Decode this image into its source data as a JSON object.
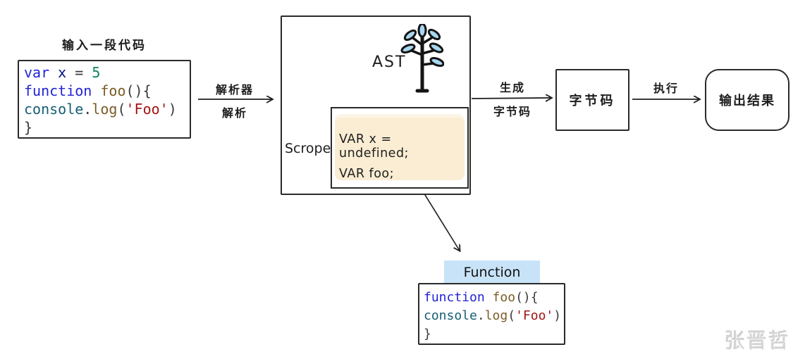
{
  "input_box": {
    "title": "输入一段代码",
    "code": {
      "l1": {
        "kw": "var ",
        "x": "x",
        "eq": " = ",
        "num": "5"
      },
      "l2": {
        "kw": "function ",
        "fn": "foo",
        "pun": "(){"
      },
      "l3": {
        "obj": "console",
        "dot": ".",
        "fn": "log",
        "open": "(",
        "str": "'Foo'",
        "close": ")"
      },
      "l4": {
        "pun": "}"
      }
    }
  },
  "arrow_labels": {
    "parse_top": "解析器",
    "parse_bottom": "解析",
    "generate_top": "生成",
    "generate_bottom": "字节码",
    "execute": "执行"
  },
  "ast": {
    "label": "AST",
    "icon": "tree-icon",
    "scope_label": "Scrope",
    "scope_lines": [
      "VAR x = undefined;",
      "VAR foo;"
    ]
  },
  "bytecode": {
    "label": "字节码"
  },
  "output": {
    "label": "输出结果"
  },
  "function_box": {
    "label": "Function",
    "code": {
      "l1": {
        "kw": "function ",
        "fn": "foo",
        "pun": "(){"
      },
      "l2": {
        "obj": "console",
        "dot": ".",
        "fn": "log",
        "open": "(",
        "str": "'Foo'",
        "close": ")"
      },
      "l3": {
        "pun": "}"
      }
    }
  },
  "watermark": "张晋哲",
  "colors": {
    "scope_highlight": "#faedd3",
    "function_label_bg": "#c8e3f8",
    "leaf_blue": "#a9d6f0",
    "keyword_blue": "#2323d6",
    "variable_navy": "#001080",
    "number_green": "#098658",
    "function_olive": "#7a5d26",
    "console_teal": "#155e74",
    "string_red": "#a31515"
  }
}
